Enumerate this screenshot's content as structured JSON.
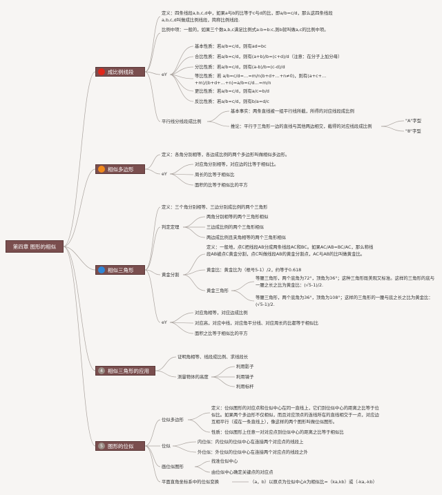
{
  "root": "第四章 图形的相似",
  "colors": {
    "sec1": "#e0261a",
    "sec2": "#f08a1c",
    "sec3": "#2f86d6",
    "sec4": "#9a8e86",
    "sec5": "#9a8e86",
    "line": "#aaa39e"
  },
  "s1": {
    "title": "成比例线段",
    "def": "定义：四条线段a,b,c,d中，如果a与b的比等于c与d的比，即a/b=c/d，那么这四条线段a,b,c,d叫做成比例线段，简称比例线段.",
    "mid": "比例中项：一般的，如果三个数a,b,c满足比例式a:b=b:c,则b就叫做a,c的比例中项。",
    "ey": "eY",
    "props": [
      "基本性质：若a/b=c/d，则有ad=bc",
      "合比性质：若a/b=c/d，则有(a+b)/b=(c+d)/d（注意：在分子上加分母）",
      "分比性质：若a/b=c/d，则有(a-b)/b=(c-d)/d",
      "等比性质：若 a/b=c/d=…=m/n(b+d+…+n≠0)，则有(a+c+…+m)/(b+d+…+n)=a/b=c/d…=m/n",
      "更比性质：若a/b=c/d，则有a/c=b/d",
      "反比性质：若a/b=c/d，则有b/a=d/c"
    ],
    "parallel": "平行线分线段成比例",
    "basic": "基本事实：两条直线被一组平行线所截，所得的对应线段成比例",
    "corollary": "推论：平行于三角形一边的直线与其他两边相交，截得的对应线段成比例",
    "shapeA": "\"A\"字型",
    "shape8": "\"8\"字型"
  },
  "s2": {
    "title": "相似多边形",
    "def": "定义：各角分别相等，各边成比例的两个多边形叫做相似多边形。",
    "ey": "eY",
    "props": [
      "对应角分别相等，对应边的比等于相似比。",
      "周长的比等于相似比",
      "面积的比等于相似比的平方"
    ]
  },
  "s3": {
    "title": "相似三角形",
    "def": "定义：三个角分别相等、三边分别成比例的两个三角形",
    "judge": "判定定理",
    "judges": [
      "两角分别相等的两个三角形相似",
      "三边成比例的两个三角形相似",
      "两边成比例且夹角相等的两个三角形相似"
    ],
    "golden": "黄金分割",
    "goldenDef": "定义：一般地，点C把线段AB分成两条线段AC和BC。如果AC/AB=BC/AC，那么称线段AB被点C黄金分割，点C叫做线段AB的黄金分割点，AC与AB的比叫做黄金比。",
    "goldenRatio": "黄金比：黄金比为（根号5-1）/2，约等于0.618",
    "goldenTri": "黄金三角形",
    "goldenTri1": "等腰三角形，两个底角为72°，顶角为36°；这种三角形既美观又标准。这样的三角形的底与一腰之长之比为黄金比：(√5-1)/2.",
    "goldenTri2": "等腰三角形，两个底角为36°，顶角为108°；这样的三角形的一腰与底之长之比为黄金比：(√5-1)/2.",
    "ey": "eY",
    "props": [
      "对应角相等，对应边成比例",
      "对应高，对应中线，对应角平分线、对应周长的比都等于相似比",
      "面积之比等于相似比的平方"
    ]
  },
  "s4": {
    "title": "相似三角形的应用",
    "num": "4",
    "proof": "证明角相等、线段成比例、求线段长",
    "measure": "测量物体的高度",
    "methods": [
      "利用影子",
      "利用镜子",
      "利用标杆"
    ]
  },
  "s5": {
    "title": "图形的位似",
    "num": "5",
    "homo": "位似多边形",
    "homoDef": "定义：位似图形的对应点和位似中心在同一直线上，它们到位似中心的距离之比等于位似比。如果两个多边形不仅相似，而且对应顶点的连线所在的直线相交于一点，对应边互相平行（或在一条直线上），像这样的两个图形叫做位似图形。",
    "homoProp": "性质：位似图形上任意一对对应点到位似中心的距离之比等于相似比",
    "ws": "位似",
    "inner": "内位似：内位似的位似中心在连接两个对应点的线段上",
    "outer": "外位似：外位似的位似中心在连接两个对应点的线段之外",
    "draw": "画位似图形",
    "steps": [
      "找准位似中心",
      "由位似中心确定关键点的对应点"
    ],
    "coord": "平面直角坐标系中的位似变换",
    "coordText": "（a，b）以原点为位似中心k为相似比=（ka,kb）或（-ka,-kb）"
  }
}
